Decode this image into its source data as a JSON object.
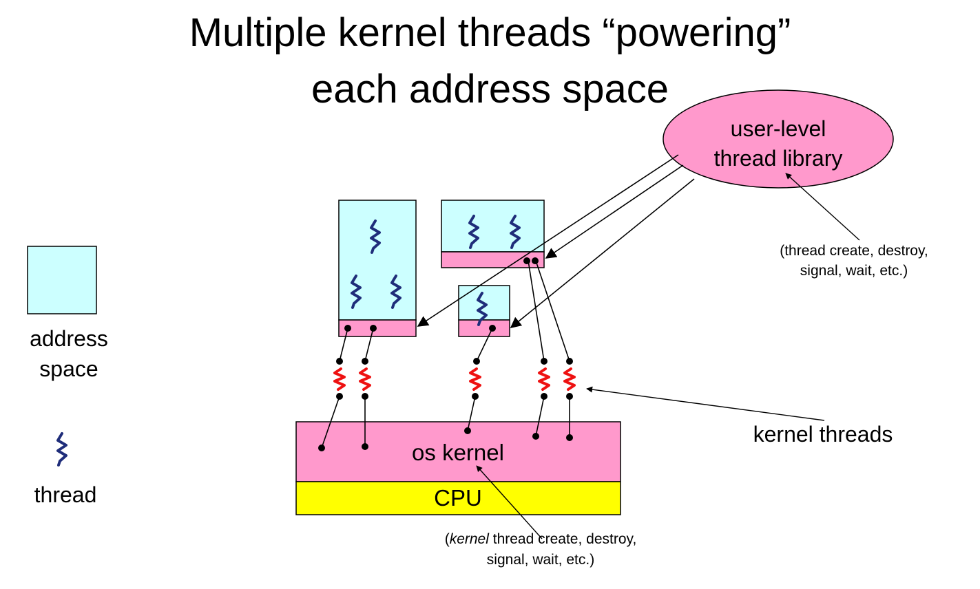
{
  "title": {
    "line1": "Multiple kernel threads “powering”",
    "line2": "each address space"
  },
  "legend": {
    "address_space_line1": "address",
    "address_space_line2": "space",
    "thread": "thread"
  },
  "labels": {
    "user_library_line1": "user-level",
    "user_library_line2": "thread library",
    "user_library_note_line1": "(thread create, destroy,",
    "user_library_note_line2": "signal, wait, etc.)",
    "kernel_threads": "kernel threads",
    "os_kernel": "os kernel",
    "cpu": "CPU",
    "kernel_note_open": "(",
    "kernel_note_italic": "kernel",
    "kernel_note_rest": " thread create, destroy,",
    "kernel_note_line2": "signal, wait, etc.)"
  },
  "colors": {
    "address_space_fill": "#ccffff",
    "pink_fill": "#ff99cc",
    "cpu_fill": "#ffff00",
    "user_thread": "#1f2d7a",
    "kernel_thread": "#ee1111"
  }
}
